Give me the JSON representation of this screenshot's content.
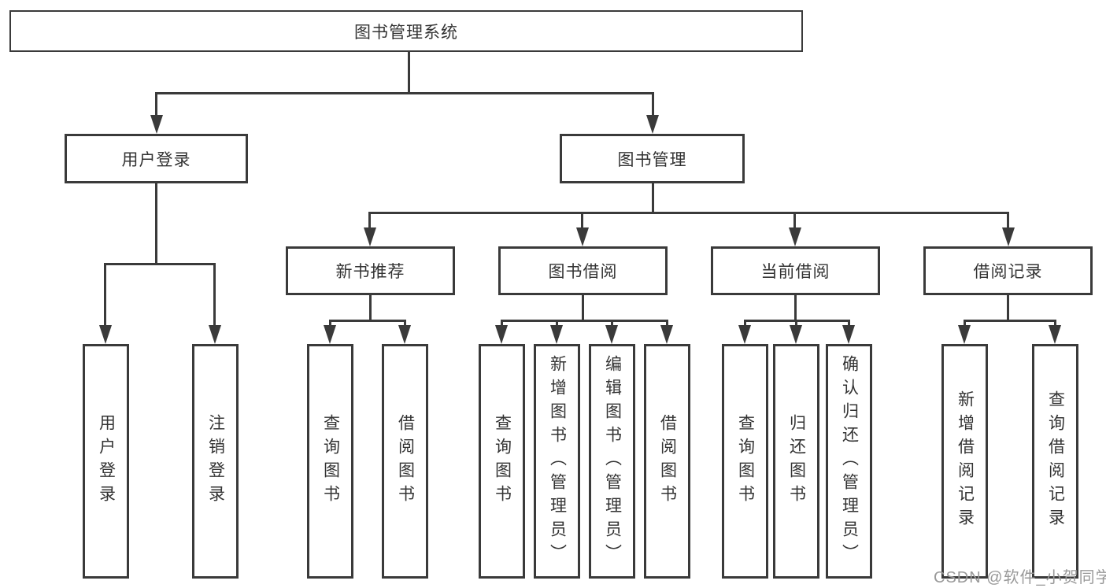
{
  "tree": {
    "label": "图书管理系统",
    "children": [
      {
        "label": "用户登录",
        "children": [
          {
            "label": "用户登录"
          },
          {
            "label": "注销登录"
          }
        ]
      },
      {
        "label": "图书管理",
        "children": [
          {
            "label": "新书推荐",
            "children": [
              {
                "label": "查询图书"
              },
              {
                "label": "借阅图书"
              }
            ]
          },
          {
            "label": "图书借阅",
            "children": [
              {
                "label": "查询图书"
              },
              {
                "label": "新增图书（管理员）"
              },
              {
                "label": "编辑图书（管理员）"
              },
              {
                "label": "借阅图书"
              }
            ]
          },
          {
            "label": "当前借阅",
            "children": [
              {
                "label": "查询图书"
              },
              {
                "label": "归还图书"
              },
              {
                "label": "确认归还（管理员）"
              }
            ]
          },
          {
            "label": "借阅记录",
            "children": [
              {
                "label": "新增借阅记录"
              },
              {
                "label": "查询借阅记录"
              }
            ]
          }
        ]
      }
    ]
  },
  "watermark": {
    "text": "CSDN @软件_小贺同学"
  },
  "colors": {
    "line": "#3a3a3a",
    "text": "#333333",
    "watermark": "#999999",
    "background": "#ffffff"
  }
}
